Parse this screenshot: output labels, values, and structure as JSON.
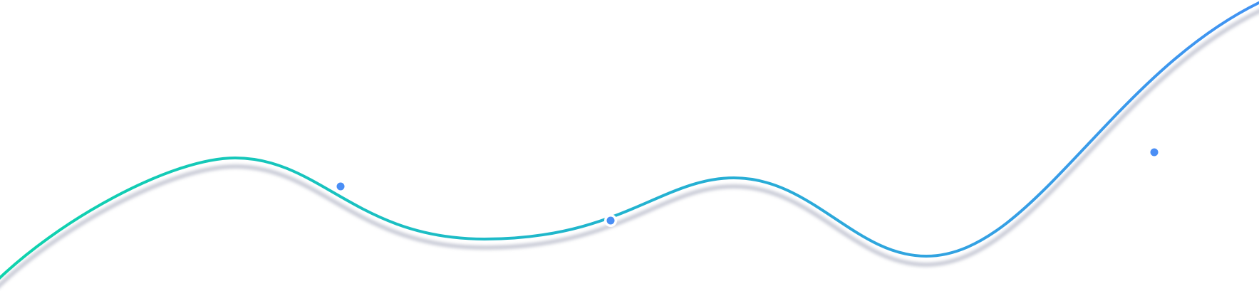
{
  "colors": {
    "gradient_start": "#0ed3ad",
    "gradient_mid": "#22b3cf",
    "gradient_end": "#4192f3",
    "marker_fill": "#4a8ef5",
    "marker_ring": "#ffffff",
    "shadow": "#b9bccb"
  },
  "markers": [
    {
      "name": "point-1"
    },
    {
      "name": "point-2"
    },
    {
      "name": "point-3"
    }
  ]
}
